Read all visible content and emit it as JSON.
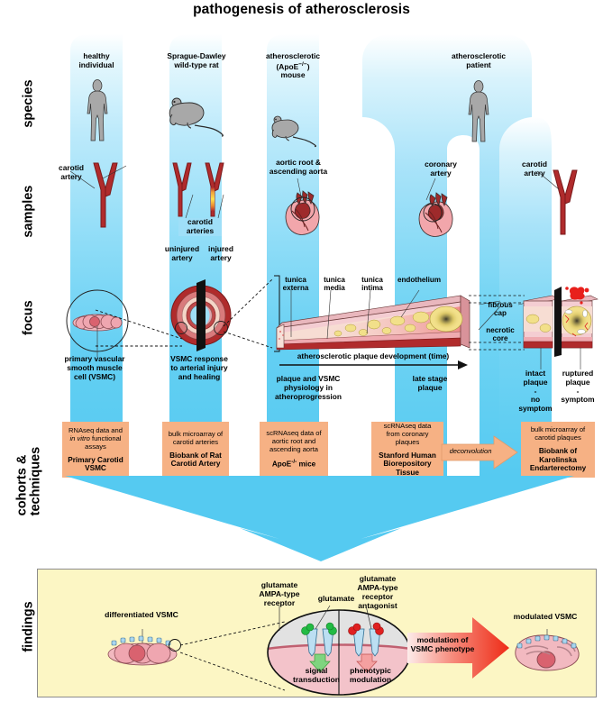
{
  "title": "pathogenesis of atherosclerosis",
  "row_labels": [
    {
      "id": "species",
      "text": "species"
    },
    {
      "id": "samples",
      "text": "samples"
    },
    {
      "id": "focus",
      "text": "focus"
    },
    {
      "id": "cohorts",
      "text": "cohorts &\ntechniques"
    },
    {
      "id": "findings",
      "text": "findings"
    }
  ],
  "columns": [
    {
      "id": "col1",
      "species": "healthy\nindividual",
      "species_icon": "human-figure-icon",
      "sample_label": "carotid\nartery",
      "sample_icon": "carotid-artery-icon",
      "focus_icon": "vsmc-cell-circle-icon",
      "focus_caption": "primary vascular\nsmooth muscle\ncell (VSMC)",
      "cohort_technique": "RNAseq data and in vitro functional assays",
      "cohort_technique_plain_1": "RNAseq data and",
      "cohort_technique_italic": "in vitro",
      "cohort_technique_plain_2": " functional",
      "cohort_technique_plain_3": "assays",
      "cohort_name": "Primary Carotid\nVSMC"
    },
    {
      "id": "col2",
      "species": "Sprague-Dawley\nwild-type rat",
      "species_icon": "rat-icon",
      "sample_label": "carotid\narteries",
      "sample_icon": "two-carotid-arteries-icon",
      "sample_sub_left": "uninjured\nartery",
      "sample_sub_right": "injured\nartery",
      "focus_icon": "artery-cross-section-icon",
      "focus_caption": "VSMC response\nto arterial injury\nand healing",
      "cohort_technique": "bulk microarray of\ncarotid arteries",
      "cohort_name": "Biobank of Rat\nCarotid Artery"
    },
    {
      "id": "col3",
      "species": "atherosclerotic\n(ApoE-/-)\nmouse",
      "species_line1": "atherosclerotic",
      "species_line2_pre": "(ApoE",
      "species_line2_sup": "−/−",
      "species_line2_post": ")",
      "species_line3": "mouse",
      "species_icon": "mouse-icon",
      "sample_label": "aortic root &\nascending aorta",
      "sample_icon": "heart-aorta-icon",
      "focus_icon": "plaque-progression-slab-icon",
      "focus_caption": "plaque and VSMC\nphysiology in\natheroprogression",
      "cohort_technique": "scRNAseq data of\naortic root and\nascending aorta",
      "cohort_name": "ApoE-/- mice",
      "cohort_name_pre": "ApoE",
      "cohort_name_sup": "-/-",
      "cohort_name_post": " mice"
    },
    {
      "id": "col4",
      "species": "atherosclerotic\npatient",
      "species_icon": "human-figure-icon",
      "sample_label": "coronary\nartery",
      "sample_icon": "heart-coronary-icon",
      "focus_caption": "late stage\nplaque",
      "cohort_technique": "scRNAseq data\nfrom coronary\nplaques",
      "cohort_name": "Stanford Human\nBiorepository\nTissue"
    },
    {
      "id": "col5",
      "sample_label": "carotid\nartery",
      "sample_icon": "carotid-artery-icon",
      "focus_icon": "intact-ruptured-plaque-icon",
      "focus_caption_left": "intact\nplaque\n-\nno\nsymptom",
      "focus_caption_right": "ruptured\nplaque\n-\nsymptom",
      "cohort_technique": "bulk microarray of\ncarotid plaques",
      "cohort_name": "Biobank of\nKarolinska\nEndarterectomy"
    }
  ],
  "plaque_annotations": {
    "tunica_externa": "tunica\nexterna",
    "tunica_media": "tunica\nmedia",
    "tunica_intima": "tunica\nintima",
    "endothelium": "endothelium",
    "fibrous_cap": "fibrous\ncap",
    "necrotic_core": "necrotic\ncore",
    "timeline_axis": "atherosclerotic plaque development (time)"
  },
  "deconvolution_label": "deconvolution",
  "findings": {
    "left_label": "differentiated VSMC",
    "glutamate_receptor": "glutamate\nAMPA-type\nreceptor",
    "glutamate": "glutamate",
    "antagonist": "glutamate\nAMPA-type\nreceptor\nantagonist",
    "signal_transduction": "signal\ntransduction",
    "phenotypic_modulation": "phenotypic\nmodulation",
    "arrow_label": "modulation of\nVSMC phenotype",
    "right_label": "modulated VSMC"
  },
  "colors": {
    "lane_blue_top": "#ffffff",
    "lane_blue_bottom": "#55caf1",
    "funnel_blue": "#55caf1",
    "cohort_orange": "#f6b184",
    "findings_bg": "#fcf6c4",
    "findings_border": "#8c8c8c",
    "artery_red": "#b02b2c",
    "tissue_pink": "#f0a8ae",
    "necrotic_yellow": "#f2e08a",
    "human_gray": "#a8a8a8",
    "green_glutamate": "#22bb44",
    "red_antagonist": "#e02020",
    "arrow_red": "#ef3b2c",
    "receptor_blue": "#a9d6ef"
  }
}
